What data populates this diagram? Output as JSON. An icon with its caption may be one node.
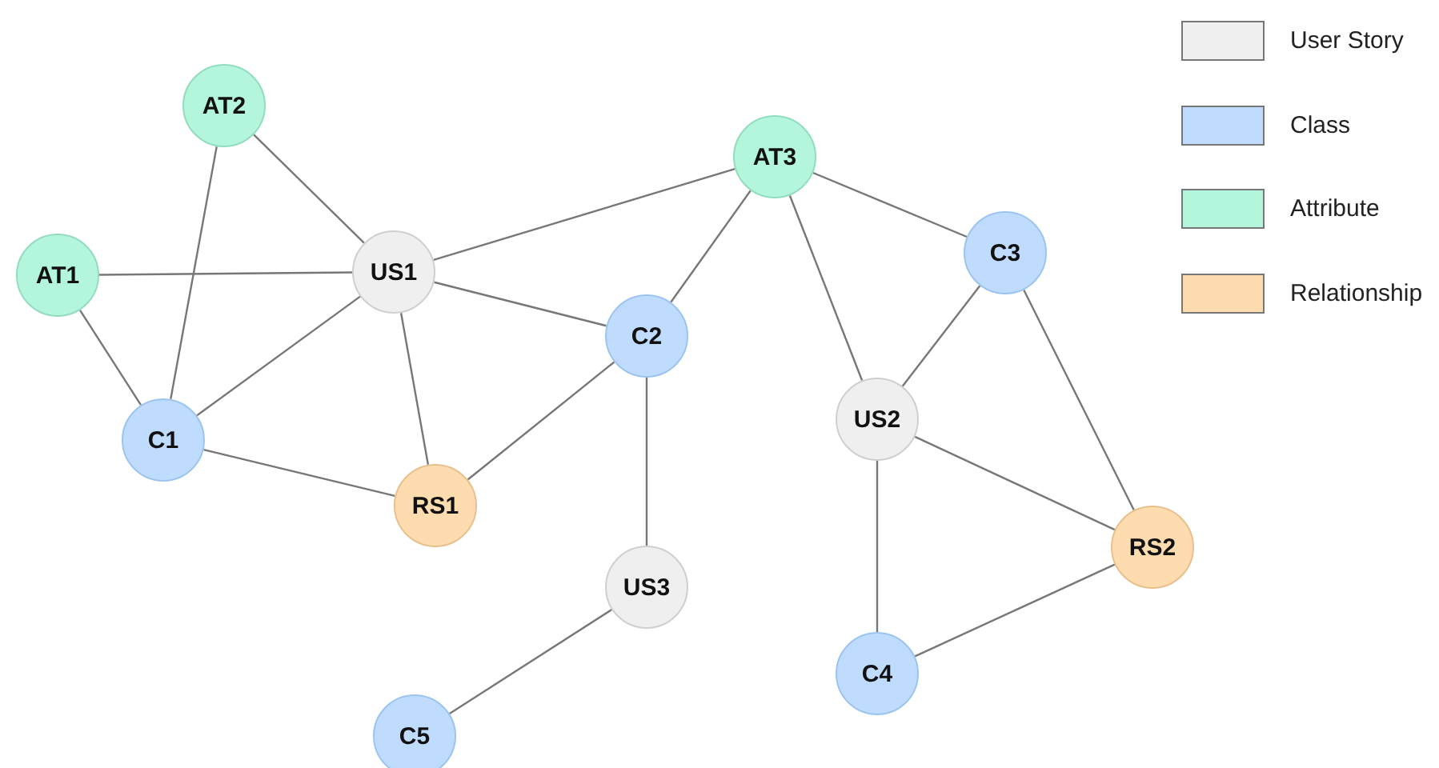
{
  "diagram": {
    "nodes": [
      {
        "text": [
          "AT2"
        ]
      },
      {
        "text": [
          "AT3"
        ]
      },
      {
        "text": [
          "AT1"
        ]
      },
      {
        "text": [
          "US1"
        ]
      },
      {
        "text": [
          "C3"
        ]
      },
      {
        "text": [
          "C2"
        ]
      },
      {
        "text": [
          "US2"
        ]
      },
      {
        "text": [
          "C1"
        ]
      },
      {
        "text": [
          "RS1"
        ]
      },
      {
        "text": [
          "RS2"
        ]
      },
      {
        "text": [
          "US3"
        ]
      },
      {
        "text": [
          "C4"
        ]
      },
      {
        "text": [
          "C5"
        ]
      }
    ],
    "edges": [
      {
        "from": 0,
        "to": 3,
        "arrow": "none"
      },
      {
        "from": 0,
        "to": 7,
        "arrow": "none"
      },
      {
        "from": 2,
        "to": 3,
        "arrow": "none"
      },
      {
        "from": 2,
        "to": 7,
        "arrow": "none"
      },
      {
        "from": 3,
        "to": 7,
        "arrow": "none"
      },
      {
        "from": 3,
        "to": 1,
        "arrow": "none"
      },
      {
        "from": 3,
        "to": 5,
        "arrow": "none"
      },
      {
        "from": 3,
        "to": 8,
        "arrow": "none"
      },
      {
        "from": 7,
        "to": 8,
        "arrow": "none"
      },
      {
        "from": 5,
        "to": 8,
        "arrow": "none"
      },
      {
        "from": 1,
        "to": 5,
        "arrow": "none"
      },
      {
        "from": 1,
        "to": 6,
        "arrow": "none"
      },
      {
        "from": 1,
        "to": 4,
        "arrow": "none"
      },
      {
        "from": 4,
        "to": 6,
        "arrow": "none"
      },
      {
        "from": 4,
        "to": 9,
        "arrow": "none"
      },
      {
        "from": 5,
        "to": 10,
        "arrow": "none"
      },
      {
        "from": 10,
        "to": 12,
        "arrow": "none"
      },
      {
        "from": 6,
        "to": 9,
        "arrow": "none"
      },
      {
        "from": 6,
        "to": 11,
        "arrow": "none"
      },
      {
        "from": 9,
        "to": 11,
        "arrow": "none"
      }
    ],
    "legend": [
      {
        "text": "User Story",
        "color": "#efefef"
      },
      {
        "text": "Class",
        "color": "#bfdcff"
      },
      {
        "text": "Attribute",
        "color": "#b4f6dc"
      },
      {
        "text": "Relationship",
        "color": "#fedcb0"
      }
    ]
  }
}
